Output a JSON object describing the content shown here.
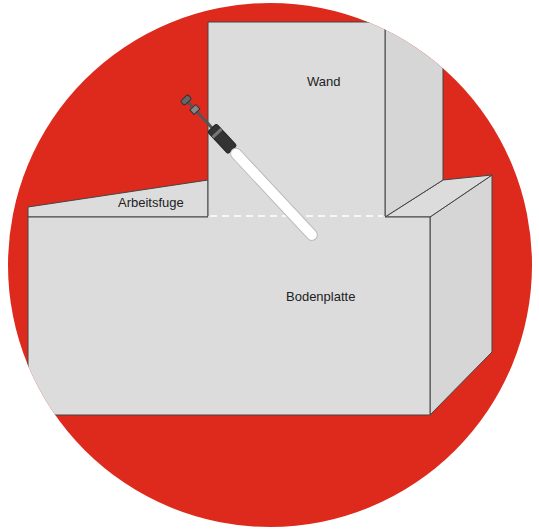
{
  "diagram": {
    "labels": [
      "Wand",
      "Arbeitsfuge",
      "Bodenplatte"
    ]
  }
}
